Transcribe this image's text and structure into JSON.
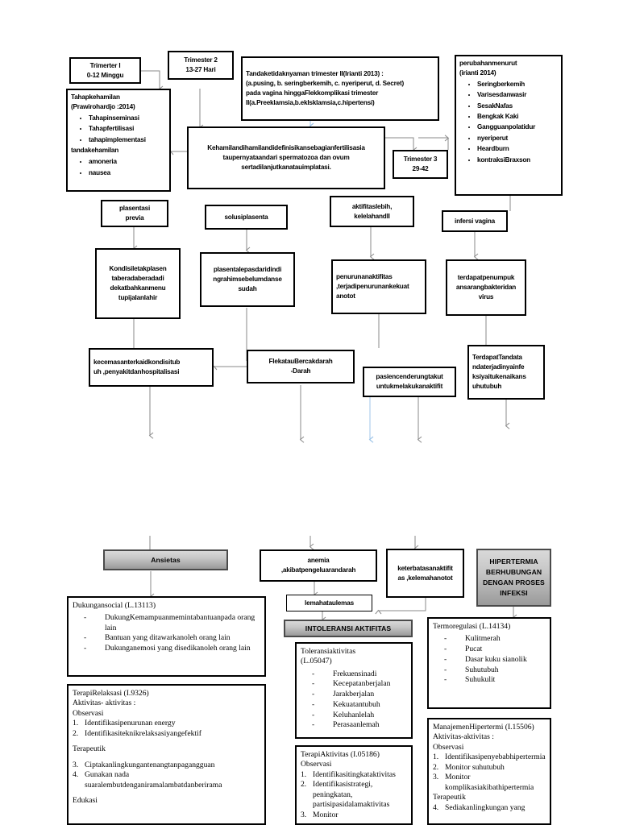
{
  "diagram": {
    "title": "Pathway Kehamilan - Diagram Alur",
    "nodes": {
      "trimester1": {
        "line1": "Trimerter I",
        "line2": "0-12 Minɡɡu"
      },
      "trimester2": {
        "line1": "Trimester 2",
        "line2": "13-27 Hari"
      },
      "trimester3": {
        "line1": "Trimester 3",
        "line2": "29-42"
      },
      "tanda_tidak_nyaman": {
        "l1": "Tandaketidaknyaman trimester II(Irianti 2013) :",
        "l2": "(a.pusing, b. seringberkemih, c. nyeriperut, d. Secret)",
        "l3": "pada vagina hinggaFlekkomplikasi trimester",
        "l4": "II(a.Preeklamsia,b.ekIsklamsia,c.hipertensi)"
      },
      "perubahan_menurut": {
        "l1": "perubahanmenurut",
        "l2": "(irianti  2014)",
        "items": [
          "Seringberkemih",
          "Varisesdanwasir",
          "SesakNafas",
          "Bengkak Kaki",
          "Gangguanpolatidur",
          "nyeriperut",
          "Heardburn",
          "kontraksiBraxson"
        ]
      },
      "tahap_kehamilan": {
        "l1": "Tahapkehamilan",
        "l2": "(Prawirohardjo :2014)",
        "items1": [
          "Tahapinseminasi",
          "Tahapfertilisasi",
          "tahapimplementasi"
        ],
        "l3": "tandakehamilan",
        "items2": [
          "amoneria",
          "nausea"
        ]
      },
      "definisi_kehamilan": {
        "l1": "Kehamilandihamilandidefinisikansebagianfertilisasia",
        "l2": "taupernyataandari spermatozoa dan ovum",
        "l3": "sertadilanjutkanatauimplatasi."
      },
      "plasentasi_previa": {
        "l1": "plasentasi",
        "l2": "previa"
      },
      "solusi_plasenta": {
        "l1": "solusiplasenta"
      },
      "aktifitas_lebih": {
        "l1": "aktifitaslebih,",
        "l2": "kelelahandll"
      },
      "infersi_vagina": {
        "l1": "infersi vagina"
      },
      "kondisi_letak_plasenta": {
        "l1": "Kondisiletakplasen",
        "l2": "taberadaberadadi",
        "l3": "dekatbahkanmenu",
        "l4": "tupijalanlahir"
      },
      "plasenta_lepas": {
        "l1": "plasentalepasdaridindi",
        "l2": "ngrahimsebelumdanse",
        "l3": "sudah"
      },
      "penurunan_aktifitas": {
        "l1": "penurunanaktifitas",
        "l2": ",terjadipenurunankekuat",
        "l3": "anotot"
      },
      "terdapat_penumpukan": {
        "l1": "terdapatpenumpuk",
        "l2": "ansarangbakteridan",
        "l3": "virus"
      },
      "kecemasan": {
        "l1": "kecemasanterkaidkondisitub",
        "l2": "uh ,penyakitdanhospitalisasi"
      },
      "flek_bercak": {
        "l1": "FlekatauBercakdarah",
        "l2": "-Darah"
      },
      "pasien_takut": {
        "l1": "pasiencenderungtakut",
        "l2": "untukmelakukanaktifit"
      },
      "terdapat_tanda": {
        "l1": "TerdapatTandata",
        "l2": "ndaterjadinyainfe",
        "l3": "ksiyaitukenaikans",
        "l4": "uhutubuh"
      },
      "ansietas": {
        "label": "Ansietas"
      },
      "anemia": {
        "l1": "anemia",
        "l2": ",akibatpengeluarandarah"
      },
      "keterbatasan_aktifitas": {
        "l1": "keterbatasanaktifit",
        "l2": "as ,kelemahanotot"
      },
      "hipertermia": {
        "l1": "HIPERTERMIA",
        "l2": "BERHUBUNGAN",
        "l3": "DENGAN PROSES",
        "l4": "INFEKSI"
      },
      "lemah_lemas": {
        "l1": "lemahataulemas"
      },
      "intoleransi_aktifitas": {
        "label": "INTOLERANSI AKTIFITAS"
      },
      "dukungan_social": {
        "title": "Dukungansocial (L.13113)",
        "items": [
          "DukungKemampuanmemintabantuanpada orang lain",
          "Bantuan yang ditawarkanoleh orang lain",
          "Dukunganemosi yang disedikanoleh orang lain"
        ]
      },
      "terapi_relaksasi": {
        "title": "TerapiRelaksasi (I.9326)",
        "sub1": "Aktivitas- aktivitas :",
        "sec1": "Observasi",
        "obs": [
          {
            "n": "1.",
            "t": "Identifikasipenurunan energy"
          },
          {
            "n": "2.",
            "t": "Identifikasiteknikrelaksasiyangefektif"
          }
        ],
        "sec2": "Terapeutik",
        "ter": [
          {
            "n": "3.",
            "t": "Ciptakanlingkungantenangtanpagangguan"
          },
          {
            "n": "4.",
            "t": "Gunakan nada suaralembutdenganiramalambatdanberirama"
          }
        ],
        "sec3": "Edukasi"
      },
      "toleransi_aktivitas": {
        "title1": "Toleransiaktivitas",
        "title2": "(L.05047)",
        "items": [
          "Frekuensinadi",
          "Kecepatanberjalan",
          "Jarakberjalan",
          "Kekuatantubuh",
          "Keluhanlelah",
          "Perasaanlemah"
        ]
      },
      "terapi_aktivitas": {
        "title": "TerapiAktivitas (I.05186)",
        "sec1": "Observasi",
        "obs": [
          {
            "n": "1.",
            "t": "Identifikasitingkataktivitas"
          },
          {
            "n": "2.",
            "t": "Identifikasistrategi, peningkatan, partisipasidalamaktivitas"
          },
          {
            "n": "3.",
            "t": "Monitor"
          }
        ]
      },
      "termoregulasi": {
        "title": "Termoregulasi (L.14134)",
        "items": [
          "Kulitmerah",
          "Pucat",
          "Dasar kuku sianolik",
          "Suhutubuh",
          "Suhukulit"
        ]
      },
      "manajemen_hipertermi": {
        "title": "ManajemenHipertermi (I.15506)",
        "sub1": "Aktivitas-aktivitas :",
        "sec1": "Observasi",
        "obs": [
          {
            "n": "1.",
            "t": "Identifikasipenyebabhipertermia"
          },
          {
            "n": "2.",
            "t": "Monitor suhutubuh"
          },
          {
            "n": "3.",
            "t": "Monitor komplikasiakibathipertermia"
          }
        ],
        "sec2": "Terapeutik",
        "ter": [
          {
            "n": "4.",
            "t": "Sediakanlingkungan yang"
          }
        ]
      }
    },
    "colors": {
      "box_border": "#000000",
      "box_fill": "#ffffff",
      "gradient_top": "#d9d9d9",
      "gradient_bottom": "#9a9a9a",
      "gradient_border": "#4a4a4a",
      "connector": "#808080",
      "connector_blue": "#9fc5e8",
      "text": "#000000"
    }
  }
}
